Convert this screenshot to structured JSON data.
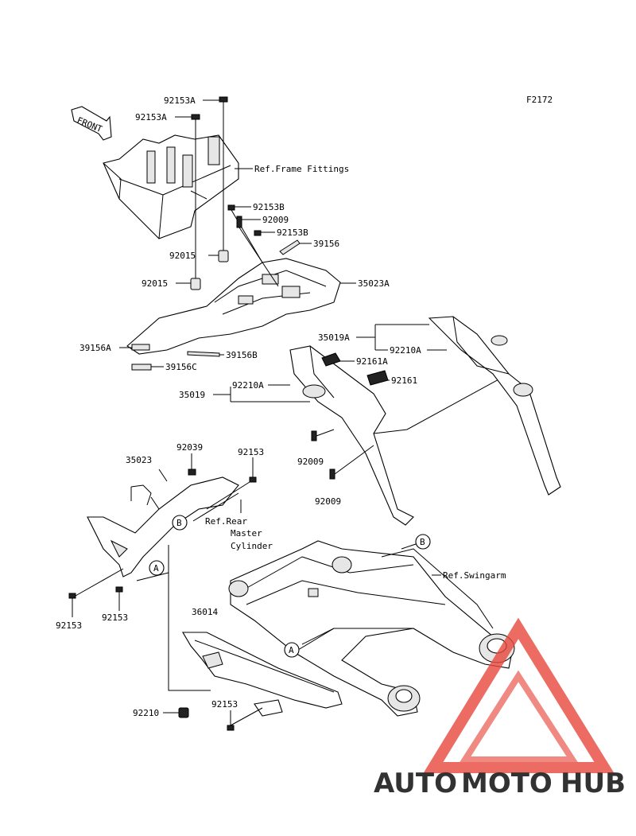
{
  "figure_code": "F2172",
  "front_label": "FRONT",
  "labels": {
    "l1": "92153A",
    "l2": "92153A",
    "l3": "Ref.Frame Fittings",
    "l4": "92153B",
    "l5": "92009",
    "l6": "92153B",
    "l7": "39156",
    "l8": "92015",
    "l9": "92015",
    "l10": "35023A",
    "l11": "35019A",
    "l12": "92210A",
    "l13": "39156A",
    "l14": "39156B",
    "l15": "39156C",
    "l16": "92161A",
    "l17": "92161",
    "l18": "35019",
    "l19": "92210A",
    "l20": "92009",
    "l21": "92009",
    "l22": "92039",
    "l23": "35023",
    "l24": "92153",
    "l25": "Ref.Rear",
    "l26": "Master",
    "l27": "Cylinder",
    "l28": "Ref.Swingarm",
    "l29": "36014",
    "l30": "92153",
    "l31": "92153",
    "l32": "92210",
    "l33": "92153"
  },
  "callouts": {
    "a1": "A",
    "a2": "A",
    "b1": "B",
    "b2": "B"
  },
  "watermark": {
    "part1": "AUTO",
    "part2": "MOTO",
    "part3": "HUB",
    "color_light": "#f2a13a",
    "color_mid": "#e8473c",
    "color_dark": "#4a4a4a"
  }
}
